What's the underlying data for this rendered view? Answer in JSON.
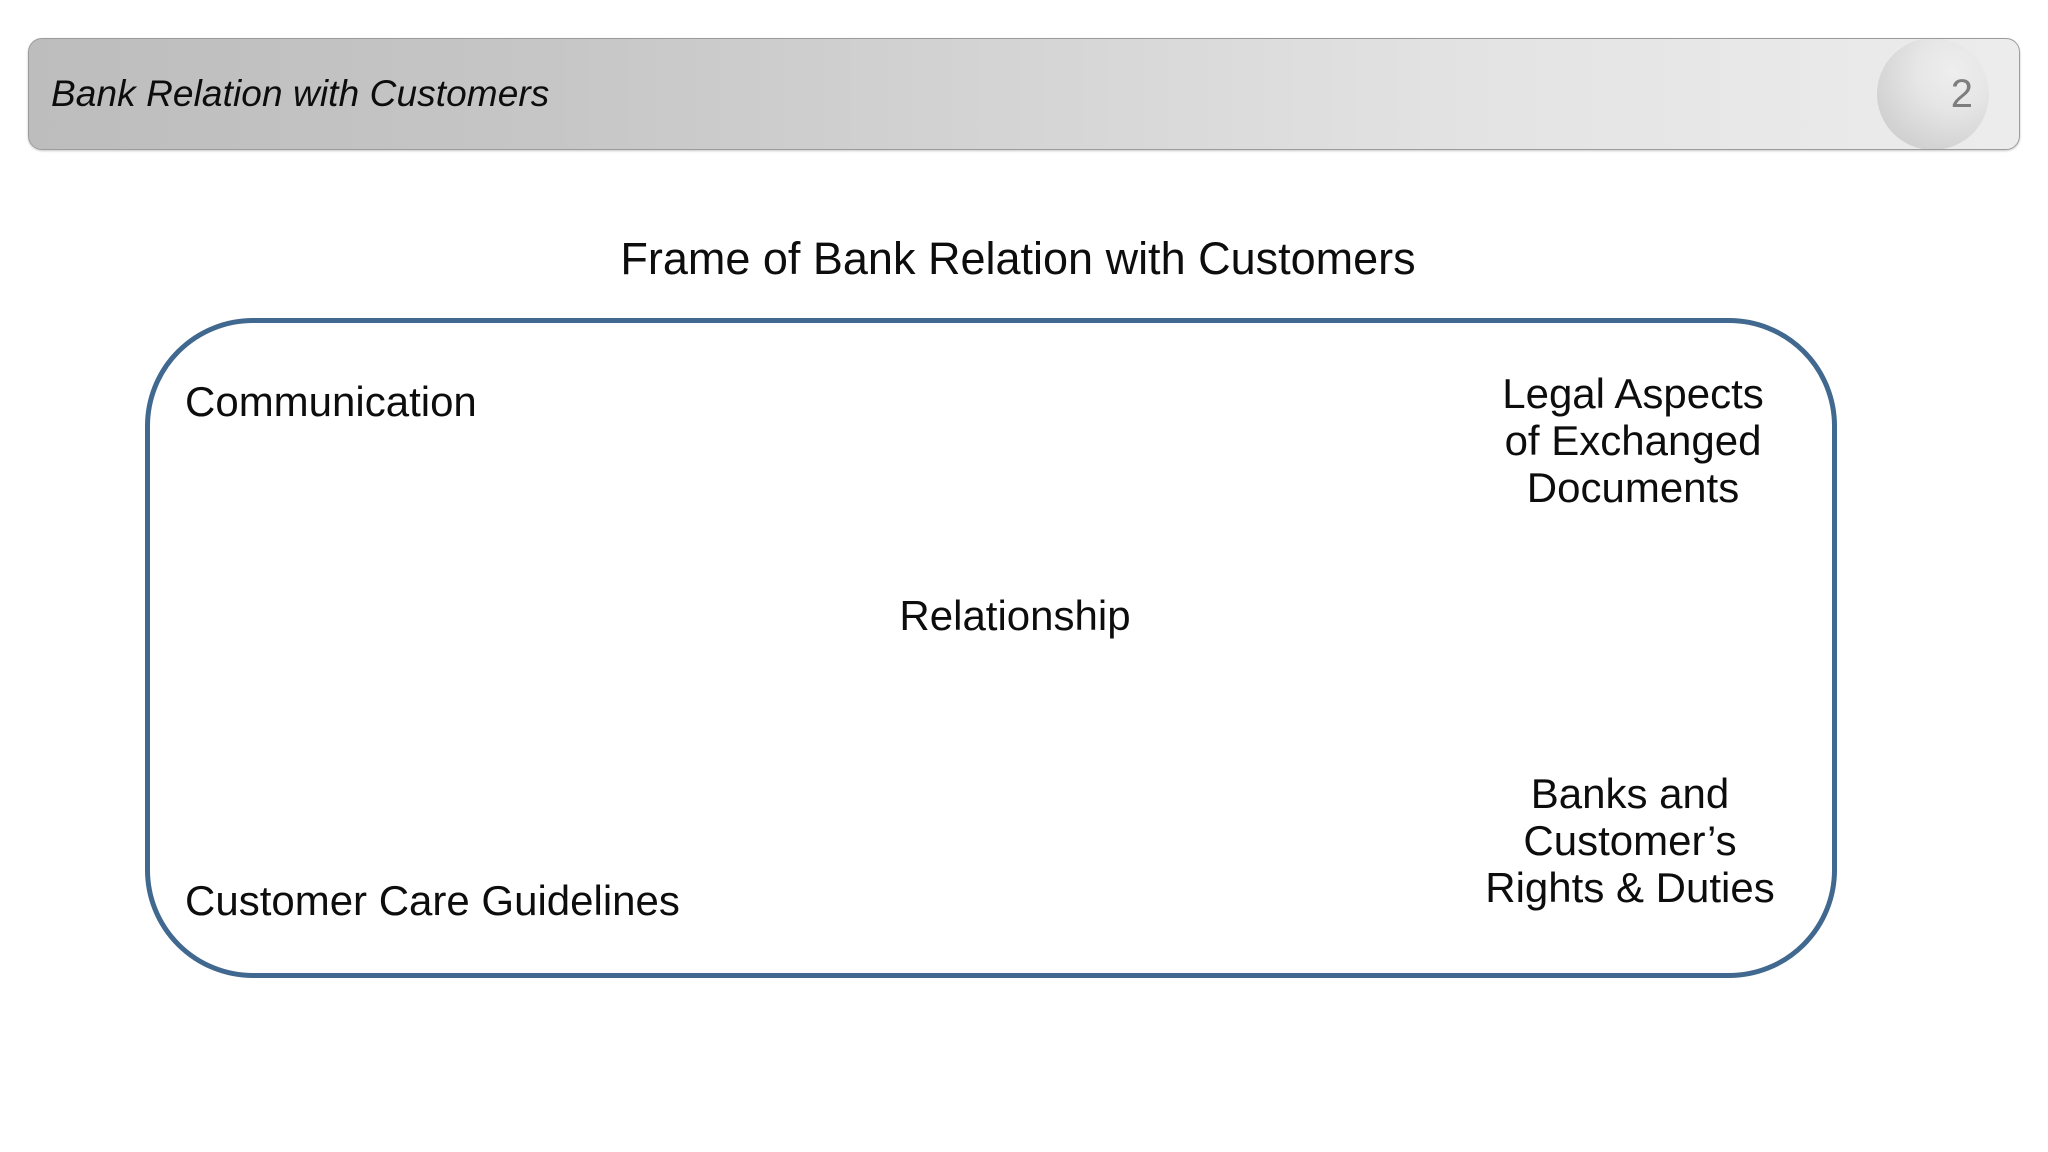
{
  "header": {
    "title": "Bank Relation with Customers",
    "page_number": "2",
    "bar_gradient_start": "#bdbdbd",
    "bar_gradient_end": "#ececec",
    "page_number_color": "#7e7e7e"
  },
  "slide": {
    "heading": "Frame of Bank Relation with Customers",
    "frame_border_color": "#41688f",
    "text_color": "#0d0d0d",
    "nodes": [
      {
        "id": "communication",
        "label": "Communication"
      },
      {
        "id": "legal-aspects",
        "label": "Legal Aspects\nof Exchanged\nDocuments"
      },
      {
        "id": "relationship",
        "label": "Relationship"
      },
      {
        "id": "rights-duties",
        "label": "Banks and\nCustomer’s\nRights & Duties"
      },
      {
        "id": "customer-care",
        "label": "Customer Care Guidelines"
      }
    ]
  }
}
